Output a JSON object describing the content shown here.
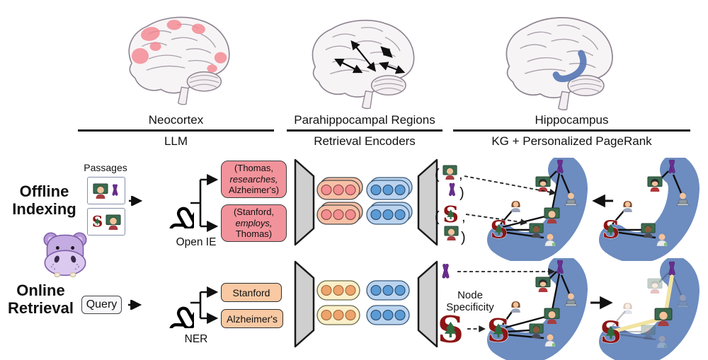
{
  "columns": [
    {
      "region": "Neocortex",
      "method": "LLM"
    },
    {
      "region": "Parahippocampal Regions",
      "method": "Retrieval Encoders"
    },
    {
      "region": "Hippocampus",
      "method": "KG + Personalized PageRank"
    }
  ],
  "offline": {
    "title_lines": [
      "Offline",
      "Indexing"
    ],
    "passages_label": "Passages",
    "model_caption": "Open IE",
    "triples": [
      {
        "subject": "(Thomas,",
        "relation": "researches,",
        "object": "Alzheimer's)"
      },
      {
        "subject": "(Stanford,",
        "relation": "employs,",
        "object": "Thomas)"
      }
    ]
  },
  "online": {
    "title_lines": [
      "Online",
      "Retrieval"
    ],
    "query_label": "Query",
    "model_caption": "NER",
    "entities": [
      "Stanford",
      "Alzheimer's"
    ],
    "node_specificity_lines": [
      "Node",
      "Specificity"
    ]
  },
  "punctuation": {
    "open_paren": "(",
    "comma": ",",
    "close_paren": ")"
  },
  "stanford_letter": "S",
  "icons": {
    "hippo-face-icon": "purple hippo mascot face",
    "openai-logo-icon": "black knot flower LLM logo",
    "reminder-ribbon-icon": "purple awareness ribbon",
    "stanford-logo-icon": "cardinal red block S with tree",
    "man-teacher-icon": "man teacher at chalkboard (Thomas)",
    "woman-teacher-icon": "woman teacher at chalkboard",
    "dark-teacher-icon": "dark-skinned teacher at chalkboard",
    "scientist-icon": "scientist in white coat",
    "woman-icon": "woman with brown hair",
    "laptop-person-icon": "person behind laptop",
    "brain-icon": "sketched human brain"
  },
  "kg": {
    "nodes": [
      "reminder-ribbon",
      "woman-teacher",
      "person-with-laptop",
      "woman",
      "man-teacher-thomas",
      "stanford-logo",
      "dark-skinned-teacher",
      "scientist"
    ],
    "offline_edges": [
      [
        "woman-teacher",
        "reminder-ribbon"
      ],
      [
        "reminder-ribbon",
        "person-with-laptop"
      ],
      [
        "man-teacher-thomas",
        "reminder-ribbon"
      ],
      [
        "stanford-logo",
        "woman"
      ],
      [
        "stanford-logo",
        "man-teacher-thomas"
      ],
      [
        "stanford-logo",
        "dark-skinned-teacher"
      ],
      [
        "stanford-logo",
        "scientist"
      ]
    ],
    "highlighted_path": [
      "stanford-logo",
      "man-teacher-thomas",
      "reminder-ribbon"
    ]
  },
  "colors": {
    "pink_box": "#F2939B",
    "entity_box": "#F8C9A3",
    "kg_blob": "#6787BC",
    "stanford_red": "#8C1515",
    "ribbon_purple": "#6B2E91",
    "highlight_edge": "#F2E3A1",
    "pill_salmon": "#F6C0A6",
    "pill_salmon_dot": "#F28D90",
    "pill_blue": "#BAD4F0",
    "pill_blue_dot": "#5B9BD5",
    "pill_cream": "#FBEFC9",
    "pill_cream_dot": "#EFA36C",
    "funnel_gray": "#CFCFCF",
    "brain_patch_pink": "#F4868F",
    "hippocampus_blue": "#5878B4"
  }
}
